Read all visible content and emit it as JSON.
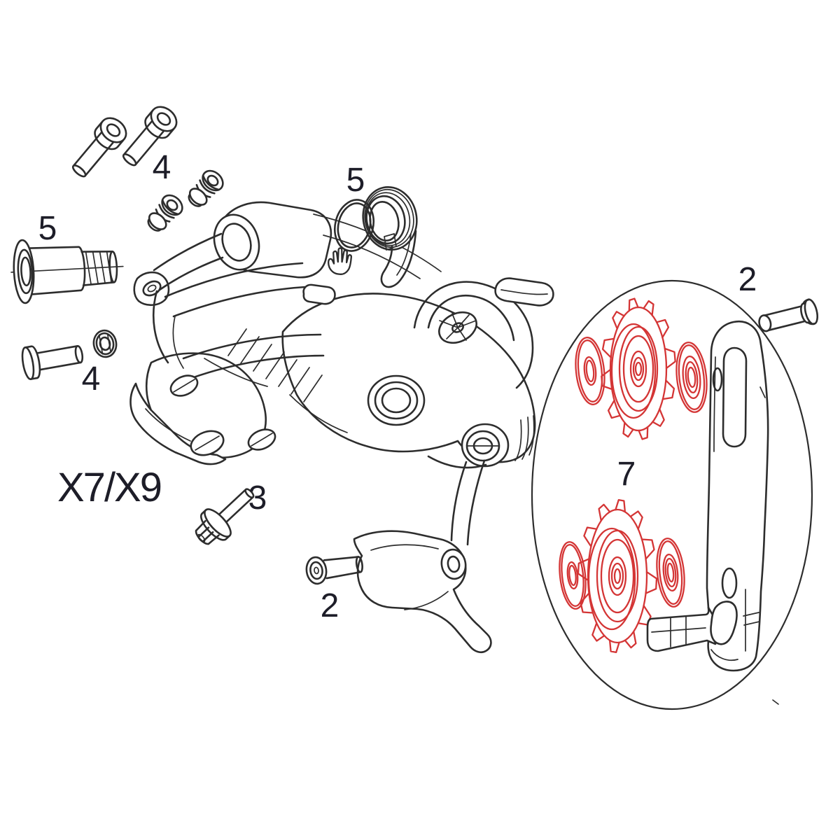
{
  "diagram": {
    "model_label": "X7/X9",
    "callouts": [
      {
        "part": "mounting-bolts-and-limit-screws",
        "text": "4"
      },
      {
        "part": "b-axle-bolt",
        "text": "5"
      },
      {
        "part": "pivot-pin-and-nut",
        "text": "4"
      },
      {
        "part": "hanger-hook-and-oring",
        "text": "5"
      },
      {
        "part": "cable-anchor-bolt",
        "text": "3"
      },
      {
        "part": "inner-cage-screw",
        "text": "2"
      },
      {
        "part": "pulley-kit",
        "text": "7"
      },
      {
        "part": "outer-cage-pin",
        "text": "2"
      }
    ],
    "colors": {
      "line_art": "#2d2d2d",
      "highlight_red": "#d43535",
      "label_text": "#1d1d28",
      "background": "#ffffff"
    },
    "icons": [
      {
        "name": "hand-cursor-icon",
        "glyph": "open-hand"
      }
    ]
  }
}
